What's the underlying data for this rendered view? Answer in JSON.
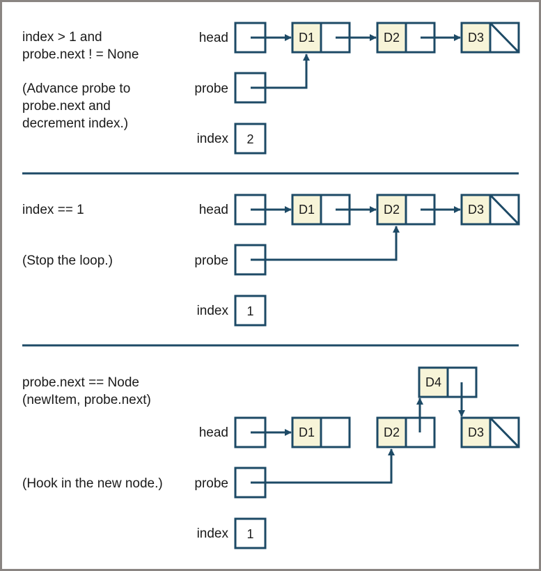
{
  "colors": {
    "stroke": "#1d4a66",
    "data_fill": "#f7f4d8",
    "frame": "#8a8582",
    "text": "#1a1a1a"
  },
  "panels": [
    {
      "id": "advance",
      "description": [
        "index > 1 and",
        "probe.next ! = None"
      ],
      "note": [
        "(Advance probe to",
        "probe.next and",
        "decrement index.)"
      ],
      "labels": {
        "head": "head",
        "probe": "probe",
        "index": "index"
      },
      "index_value": "2",
      "nodes": [
        "D1",
        "D2",
        "D3"
      ],
      "probe_points_to": "D1"
    },
    {
      "id": "stop",
      "description": [
        "index == 1"
      ],
      "note": [
        "(Stop the loop.)"
      ],
      "labels": {
        "head": "head",
        "probe": "probe",
        "index": "index"
      },
      "index_value": "1",
      "nodes": [
        "D1",
        "D2",
        "D3"
      ],
      "probe_points_to": "D2"
    },
    {
      "id": "hook",
      "description": [
        "probe.next == Node",
        "(newItem, probe.next)"
      ],
      "note": [
        "(Hook in the new node.)"
      ],
      "labels": {
        "head": "head",
        "probe": "probe",
        "index": "index"
      },
      "index_value": "1",
      "nodes": [
        "D1",
        "D2",
        "D3"
      ],
      "new_node": "D4",
      "probe_points_to": "D2"
    }
  ]
}
